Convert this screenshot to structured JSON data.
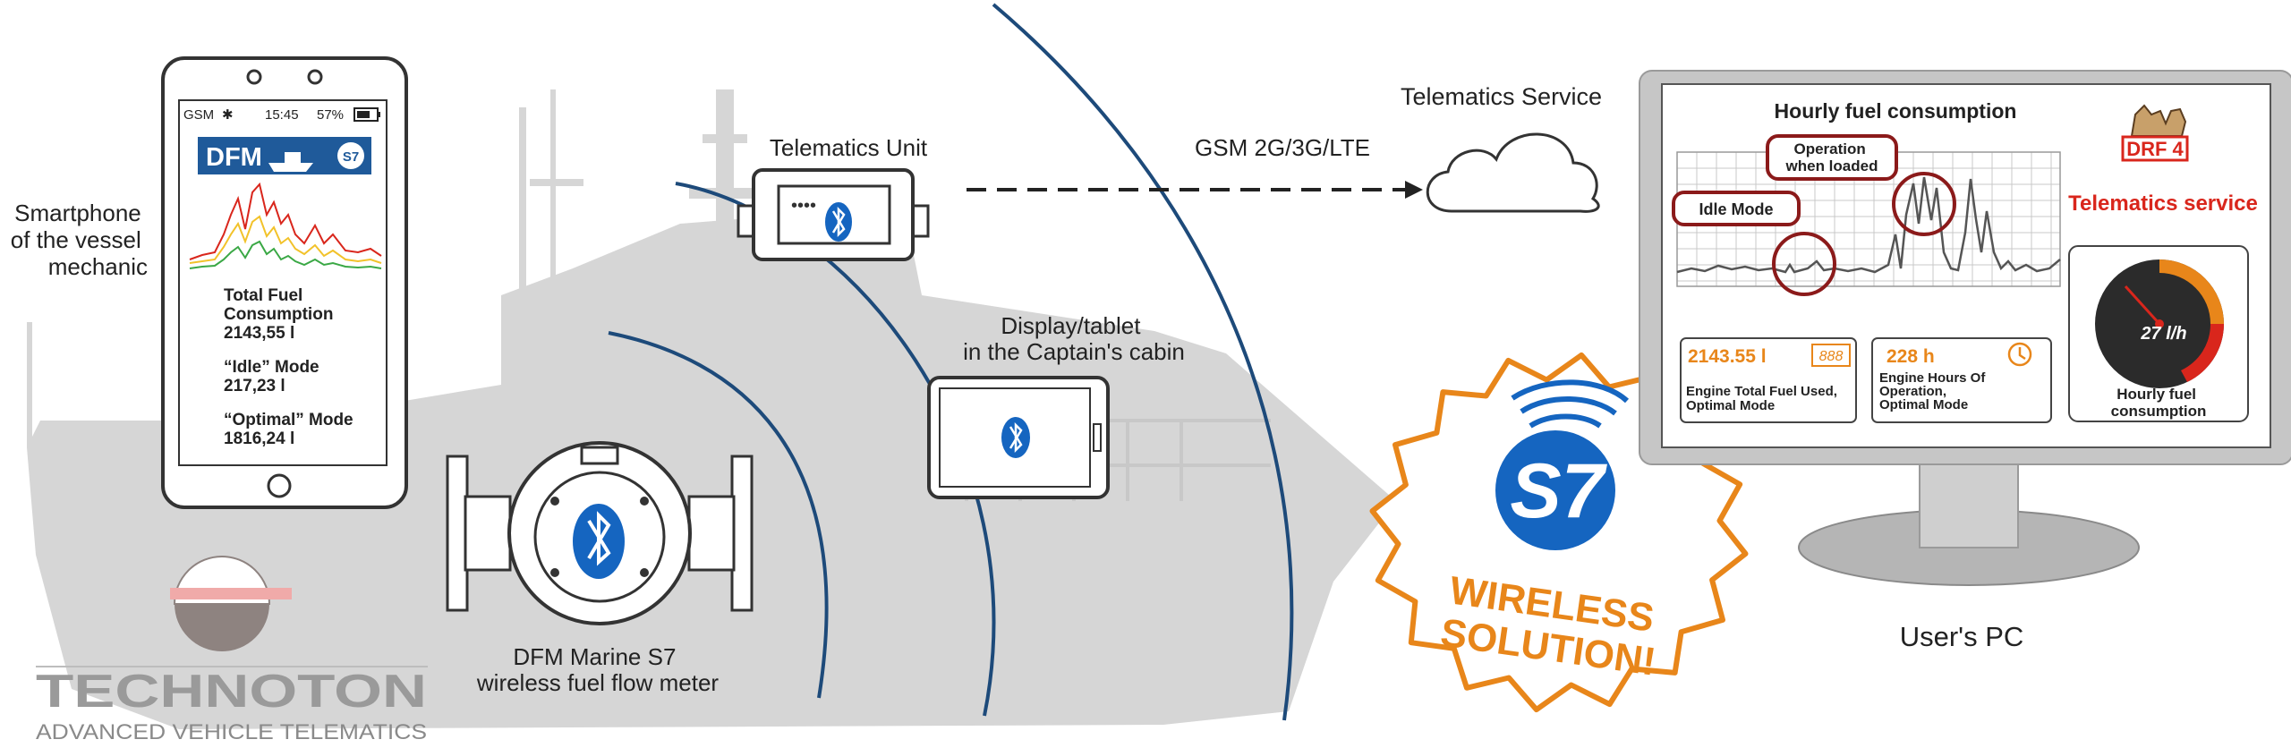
{
  "labels": {
    "smartphone": [
      "Smartphone",
      "of the vessel",
      "mechanic"
    ],
    "telematics_unit": "Telematics Unit",
    "gsm": "GSM 2G/3G/LTE",
    "telematics_service": "Telematics Service",
    "display": [
      "Display/tablet",
      "in the Captain's cabin"
    ],
    "meter": [
      "DFM Marine S7",
      "wireless fuel flow meter"
    ],
    "users_pc": "User's PC"
  },
  "phone": {
    "status_left": "GSM",
    "time": "15:45",
    "battery": "57%",
    "app_logo": "DFM",
    "app_badge": "S7",
    "lines": [
      "Total Fuel",
      "Consumption",
      "2143,55 l",
      "“Idle” Mode",
      "217,23 l",
      "“Optimal” Mode",
      "1816,24 l"
    ]
  },
  "monitor": {
    "chart_title": "Hourly fuel consumption",
    "callout_idle": "Idle Mode",
    "callout_loaded": [
      "Operation",
      "when loaded"
    ],
    "brand": "DRF 4",
    "service_title": "Telematics service",
    "card1_value": "2143.55 l",
    "card1_icon_text": "888",
    "card1_label": [
      "Engine Total Fuel Used,",
      "Optimal Mode"
    ],
    "card2_value": "228 h",
    "card2_label": [
      "Engine Hours Of",
      "Operation,",
      "Optimal Mode"
    ],
    "gauge_value": "27 l/h",
    "gauge_label": [
      "Hourly fuel",
      "consumption"
    ]
  },
  "badge": {
    "mark": "S7",
    "lines": [
      "WIRELESS",
      "SOLUTION!"
    ]
  },
  "logo": {
    "name": "TECHNOTON",
    "tagline": "ADVANCED VEHICLE TELEMATICS"
  },
  "colors": {
    "ship": "#d6d6d6",
    "wave": "#1d4a7a",
    "bluetooth": "#1565c0",
    "accent_orange": "#e8861a",
    "accent_red": "#d9261c",
    "callout_red": "#8b1a1a"
  }
}
